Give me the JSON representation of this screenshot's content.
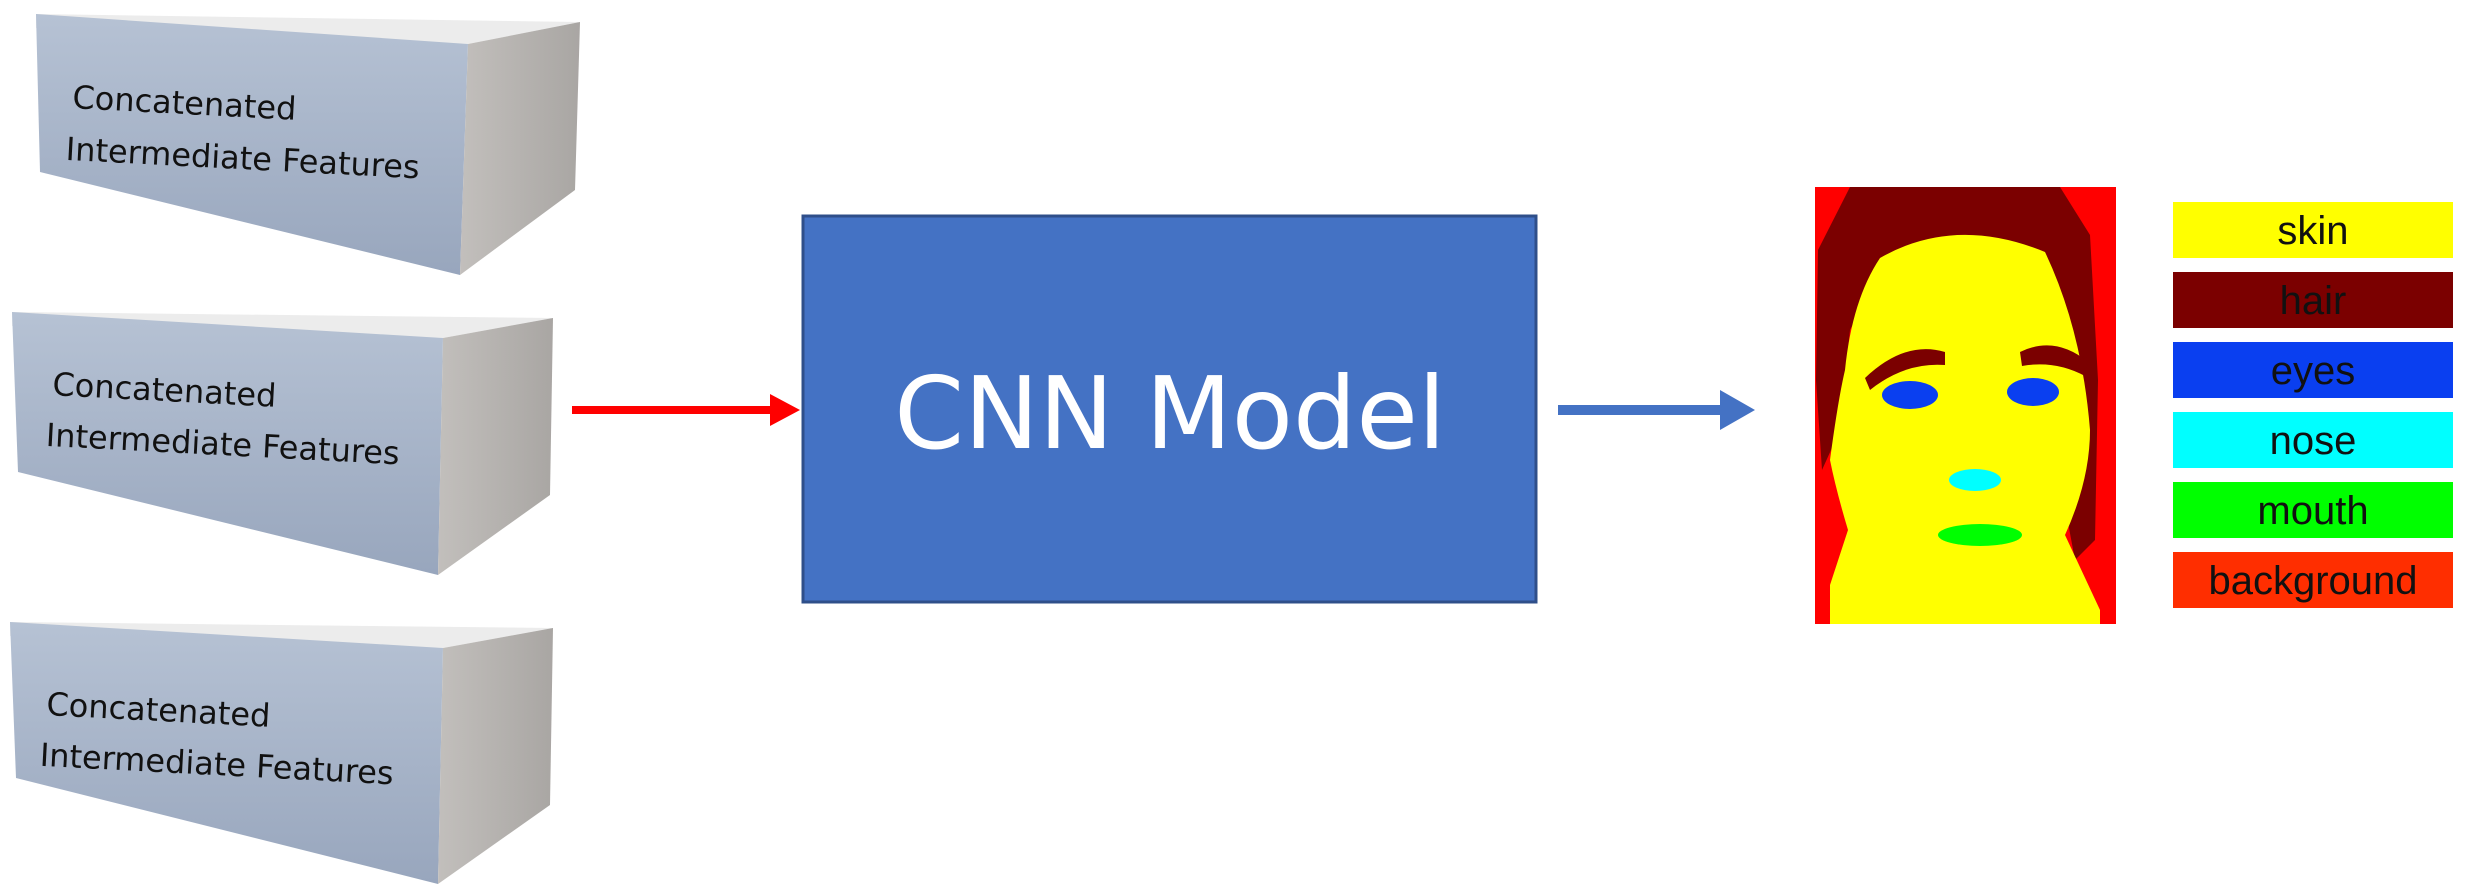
{
  "feature_blocks": [
    {
      "line1": "Concatenated",
      "line2": "Intermediate Features"
    },
    {
      "line1": "Concatenated",
      "line2": "Intermediate Features"
    },
    {
      "line1": "Concatenated",
      "line2": "Intermediate Features"
    }
  ],
  "model": {
    "label": "CNN Model"
  },
  "colors": {
    "block_front": "#aab7cb",
    "block_side": "#b4b1ae",
    "block_top": "#eeeeee",
    "model_fill": "#4472c4",
    "input_arrow": "#ff0000",
    "output_arrow": "#4472c4",
    "skin": "#ffff00",
    "hair": "#7b0000",
    "eyes": "#0a3ff0",
    "nose": "#00ffff",
    "mouth": "#00ff00",
    "background": "#ff2e00"
  },
  "legend": [
    {
      "label": "skin",
      "color": "#ffff00"
    },
    {
      "label": "hair",
      "color": "#7b0000"
    },
    {
      "label": "eyes",
      "color": "#0a3ff0"
    },
    {
      "label": "nose",
      "color": "#00ffff"
    },
    {
      "label": "mouth",
      "color": "#00ff00"
    },
    {
      "label": "background",
      "color": "#ff2e00"
    }
  ]
}
